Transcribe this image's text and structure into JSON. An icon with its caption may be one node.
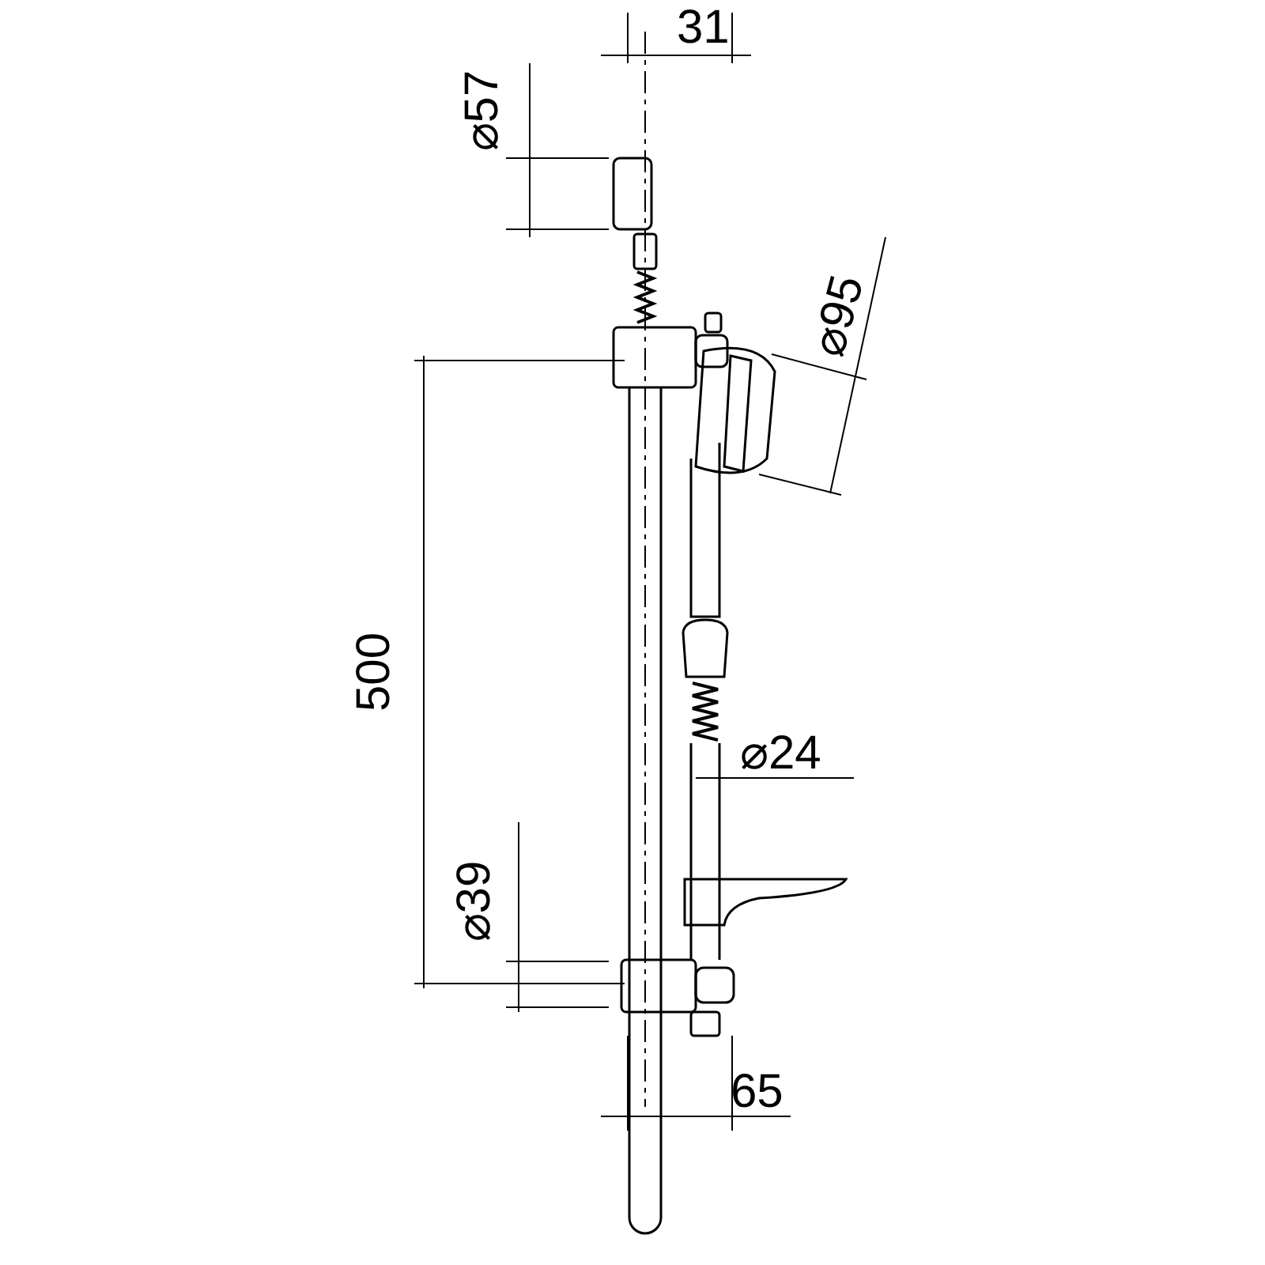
{
  "diagram": {
    "labels": [
      "31",
      "⌀57",
      "⌀95",
      "500",
      "⌀24",
      "⌀39",
      "65"
    ]
  }
}
